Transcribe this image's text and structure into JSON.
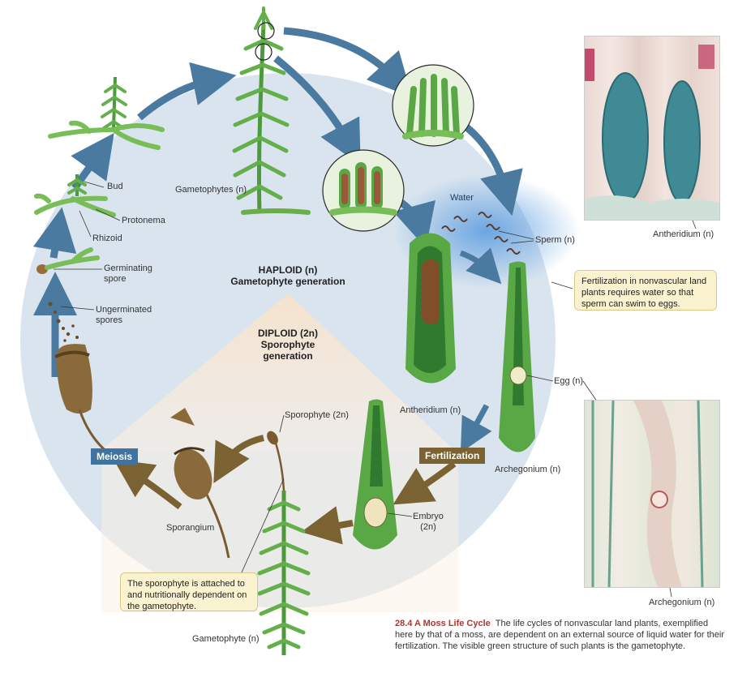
{
  "labels": {
    "gametophytes": "Gametophytes (n)",
    "bud": "Bud",
    "protonema": "Protonema",
    "rhizoid": "Rhizoid",
    "germinating_spore": "Germinating\nspore",
    "ungerminated_spores": "Ungerminated\nspores",
    "water": "Water",
    "sperm": "Sperm (n)",
    "antheridium_left": "Antheridium (n)",
    "antheridium_micro": "Antheridium (n)",
    "egg": "Egg (n)",
    "archegonium": "Archegonium (n)",
    "archegonium_micro": "Archegonium (n)",
    "embryo": "Embryo\n(2n)",
    "sporophyte": "Sporophyte (2n)",
    "sporangium": "Sporangium",
    "gametophyte_bottom": "Gametophyte (n)"
  },
  "generations": {
    "haploid_line1": "HAPLOID (n)",
    "haploid_line2": "Gametophyte generation",
    "diploid_line1": "DIPLOID (2n)",
    "diploid_line2": "Sporophyte",
    "diploid_line3": "generation"
  },
  "stages": {
    "meiosis": "Meiosis",
    "fertilization": "Fertilization"
  },
  "notes": {
    "fertilization_water": "Fertilization in nonvascular land plants requires water so that sperm can swim to eggs.",
    "sporophyte_attached": "The sporophyte is attached to and nutritionally dependent on the gametophyte."
  },
  "caption": {
    "figure": "28.4  A Moss Life Cycle",
    "text": "The life cycles of nonvascular land plants, exemplified here by that of a moss, are dependent on an external source of liquid water for their fertilization. The visible green structure of such plants is the gametophyte."
  },
  "colors": {
    "haploid_bg": "#d9e4ef",
    "diploid_bg": "#f5dfc6",
    "haploid_arrow": "#4a7aa0",
    "diploid_arrow": "#7a6232",
    "plant_green": "#5aa845",
    "water_blue": "#6fa8e0",
    "meiosis_box": "#3f73a0",
    "fertilization_box": "#7a6232"
  }
}
